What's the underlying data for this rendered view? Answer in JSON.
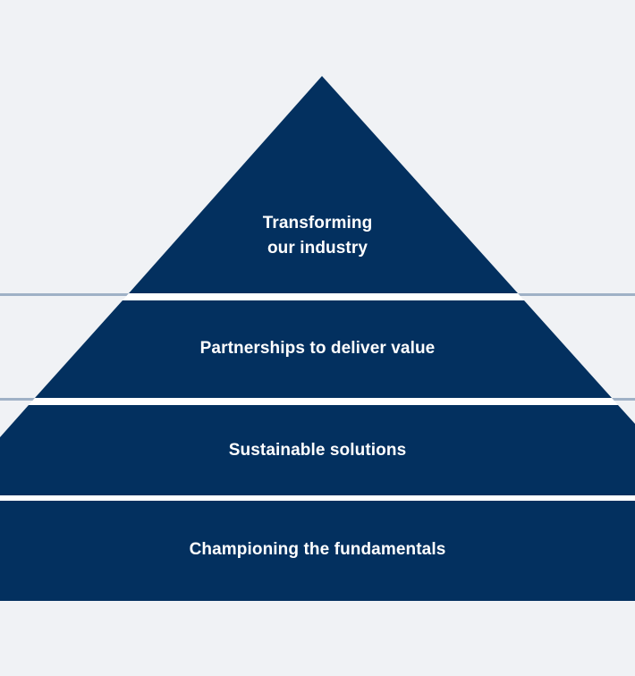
{
  "diagram": {
    "type": "pyramid",
    "colors": {
      "tier_fill": "#03305f",
      "separator_line": "#9fb1c6",
      "background": "#f0f2f5",
      "label_text": "#ffffff"
    },
    "tiers": [
      {
        "label": "Transforming\nour industry"
      },
      {
        "label": "Partnerships to deliver value"
      },
      {
        "label": "Sustainable solutions"
      },
      {
        "label": "Championing the fundamentals"
      }
    ]
  }
}
